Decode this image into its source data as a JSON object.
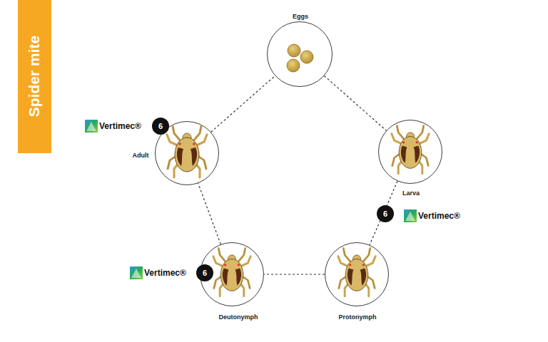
{
  "diagram": {
    "title": "Spider mite",
    "nodes": [
      {
        "text": [
          "Eggs"
        ]
      },
      {
        "text": [
          "Larva"
        ]
      },
      {
        "text": [
          "Protonymph"
        ]
      },
      {
        "text": [
          "Deutonymph"
        ]
      },
      {
        "text": [
          "Adult"
        ]
      }
    ],
    "edges": [
      {
        "from": 0,
        "to": 1,
        "arrow": "none"
      },
      {
        "from": 1,
        "to": 2,
        "arrow": "none"
      },
      {
        "from": 2,
        "to": 3,
        "arrow": "none"
      },
      {
        "from": 3,
        "to": 4,
        "arrow": "none"
      },
      {
        "from": 4,
        "to": 0,
        "arrow": "none"
      }
    ],
    "labels": [
      "Vertimec®",
      "6",
      "6",
      "Vertimec®",
      "Vertimec®",
      "6"
    ]
  }
}
